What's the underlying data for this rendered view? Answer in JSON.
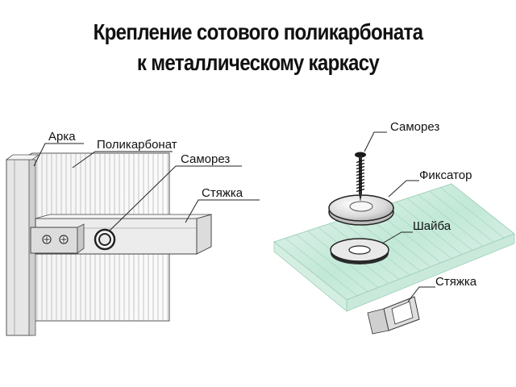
{
  "title": {
    "line1": "Крепление сотового поликарбоната",
    "line2": "к металлическому каркасу"
  },
  "left_view": {
    "labels": {
      "arch": "Арка",
      "polycarbonate": "Поликарбонат",
      "screw": "Саморез",
      "tie": "Стяжка"
    }
  },
  "right_view": {
    "labels": {
      "screw": "Саморез",
      "retainer": "Фиксатор",
      "washer": "Шайба",
      "tie": "Стяжка"
    }
  },
  "colors": {
    "sheet_tint": "#bfe7d6",
    "line": "#333333"
  }
}
